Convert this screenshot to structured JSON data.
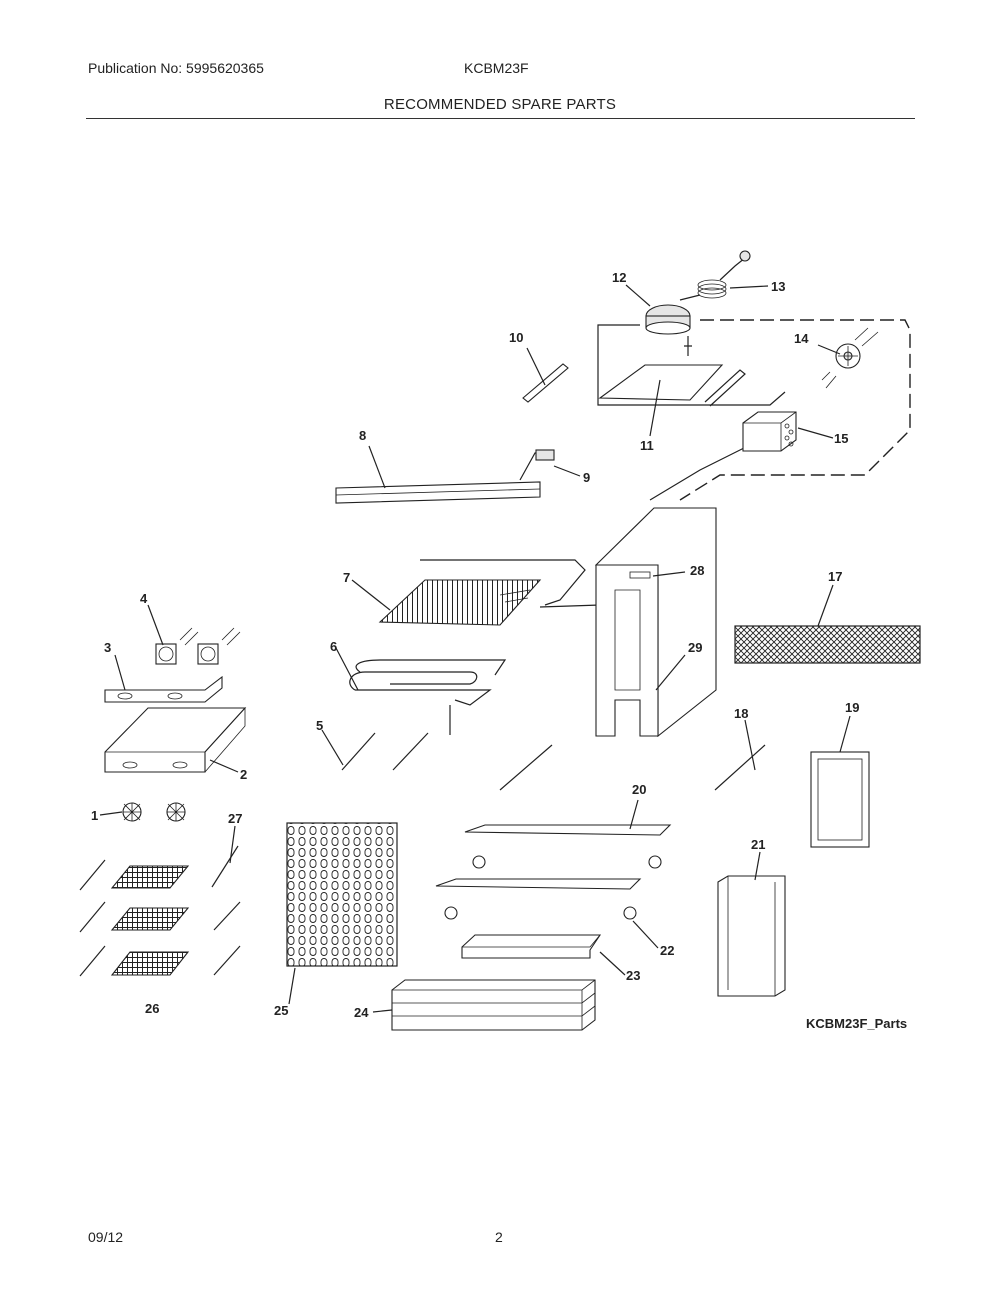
{
  "header": {
    "publication": "Publication No: 5995620365",
    "model": "KCBM23F",
    "title": "RECOMMENDED SPARE PARTS"
  },
  "footer": {
    "date": "09/12",
    "page": "2"
  },
  "diagram": {
    "reference": "KCBM23F_Parts",
    "callouts": [
      "1",
      "2",
      "3",
      "4",
      "5",
      "6",
      "7",
      "8",
      "9",
      "10",
      "11",
      "12",
      "13",
      "14",
      "15",
      "17",
      "18",
      "19",
      "20",
      "21",
      "22",
      "23",
      "24",
      "25",
      "26",
      "27",
      "28",
      "29"
    ]
  }
}
